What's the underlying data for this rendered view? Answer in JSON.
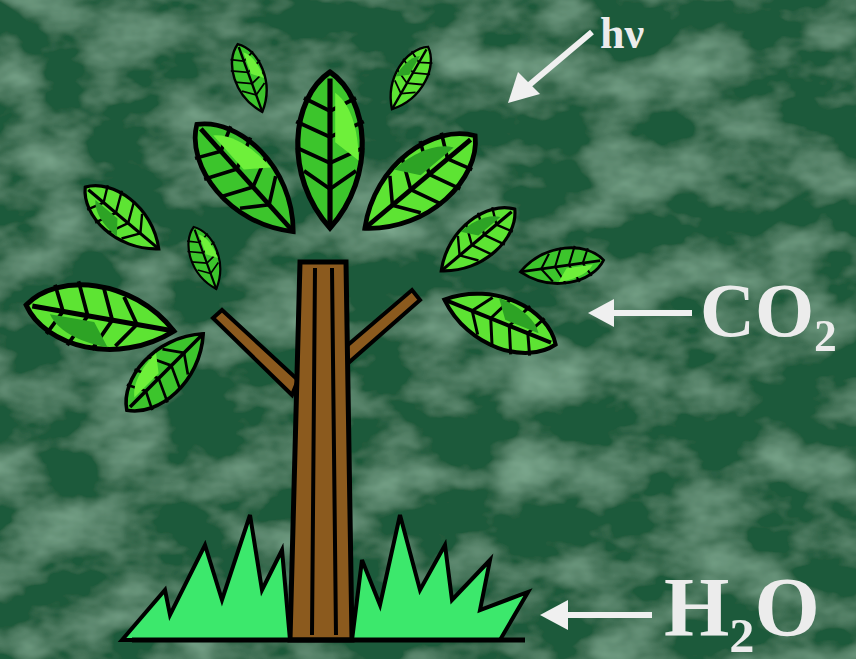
{
  "diagram": {
    "labels": [
      "hν",
      "CO₂",
      "H₂O"
    ]
  }
}
